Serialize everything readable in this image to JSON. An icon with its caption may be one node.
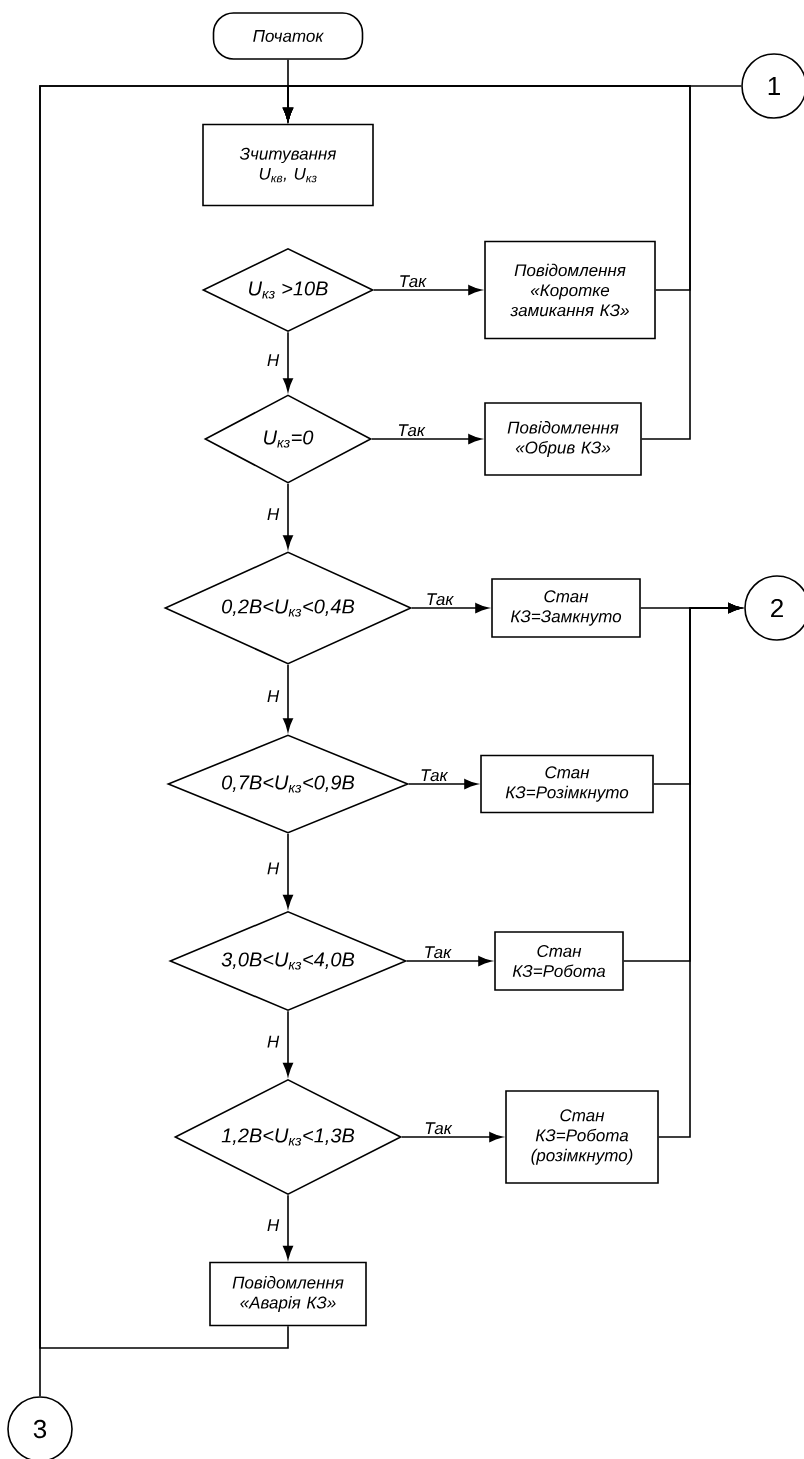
{
  "diagram": {
    "nodes": [
      {
        "text": [
          "Початок"
        ]
      },
      {
        "text": [
          "Зчитування U$_{кв}$, U$_{кз}$"
        ]
      },
      {
        "text": [
          "U$_{кз}$ >10В"
        ]
      },
      {
        "text": [
          "Повідомлення «Коротке замикання КЗ»"
        ]
      },
      {
        "text": [
          "U$_{кз}$=0"
        ]
      },
      {
        "text": [
          "Повідомлення «Обрив КЗ»"
        ]
      },
      {
        "text": [
          "0,2В<U$_{кз}$<0,4В"
        ]
      },
      {
        "text": [
          "Стан КЗ=Замкнуто"
        ]
      },
      {
        "text": [
          "2"
        ]
      },
      {
        "text": [
          "0,7В<U$_{кз}$<0,9В"
        ]
      },
      {
        "text": [
          "Стан КЗ=Розімкнуто"
        ]
      },
      {
        "text": [
          "3,0В<U$_{кз}$<4,0В"
        ]
      },
      {
        "text": [
          "Стан КЗ=Робота"
        ]
      },
      {
        "text": [
          "1,2В<U$_{кз}$<1,3В"
        ]
      },
      {
        "text": [
          "Стан КЗ=Робота (розімкнуто)"
        ]
      },
      {
        "text": [
          "Повідомлення «Аварія КЗ»"
        ]
      },
      {
        "text": [
          "1"
        ]
      },
      {
        "text": [
          "3"
        ]
      }
    ],
    "edges": [
      {
        "from": 0,
        "to": 1,
        "arrow": "to"
      },
      {
        "from": 2,
        "to": 3,
        "arrow": "to",
        "label": "Так"
      },
      {
        "from": 2,
        "to": 4,
        "arrow": "to",
        "label": "Н"
      },
      {
        "from": 4,
        "to": 5,
        "arrow": "to",
        "label": "Так"
      },
      {
        "from": 4,
        "to": 6,
        "arrow": "to",
        "label": "Н"
      },
      {
        "from": 6,
        "to": 7,
        "arrow": "to",
        "label": "Так"
      },
      {
        "from": 6,
        "to": 9,
        "arrow": "to",
        "label": "Н"
      },
      {
        "from": 9,
        "to": 10,
        "arrow": "to",
        "label": "Так"
      },
      {
        "from": 9,
        "to": 11,
        "arrow": "to",
        "label": "Н"
      },
      {
        "from": 11,
        "to": 12,
        "arrow": "to",
        "label": "Так"
      },
      {
        "from": 11,
        "to": 13,
        "arrow": "to",
        "label": "Н"
      },
      {
        "from": 13,
        "to": 14,
        "arrow": "to",
        "label": "Так"
      },
      {
        "from": 13,
        "to": 15,
        "arrow": "to",
        "label": "Н"
      },
      {
        "from": 3,
        "to": 1,
        "arrow": "to"
      },
      {
        "from": 5,
        "to": 1,
        "arrow": "to"
      },
      {
        "from": 16,
        "to": 1,
        "arrow": "to"
      },
      {
        "from": 15,
        "to": 1,
        "arrow": "to"
      },
      {
        "from": 17,
        "to": 1,
        "arrow": "to"
      },
      {
        "from": 7,
        "to": 8,
        "arrow": "to"
      },
      {
        "from": 10,
        "to": 8,
        "arrow": "to"
      },
      {
        "from": 12,
        "to": 8,
        "arrow": "to"
      },
      {
        "from": 14,
        "to": 8,
        "arrow": "to"
      }
    ]
  }
}
